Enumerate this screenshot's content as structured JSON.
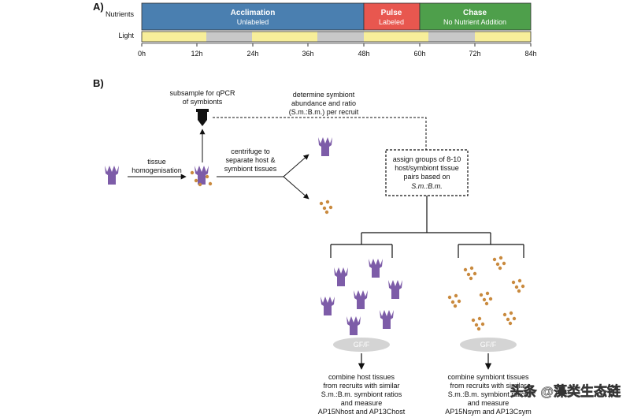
{
  "panelA": {
    "label": "A)",
    "row_nutrients": "Nutrients",
    "row_light": "Light",
    "segments": [
      {
        "title": "Acclimation",
        "subtitle": "Unlabeled",
        "color": "#4a7fb0"
      },
      {
        "title": "Pulse",
        "subtitle": "Labeled",
        "color": "#e8574f"
      },
      {
        "title": "Chase",
        "subtitle": "No Nutrient Addition",
        "color": "#4e9f4b"
      }
    ],
    "ticks": [
      "0h",
      "12h",
      "24h",
      "36h",
      "48h",
      "60h",
      "72h",
      "84h"
    ],
    "light_colors": {
      "day": "#f7ee9a",
      "night": "#c8c8c8"
    }
  },
  "panelB": {
    "label": "B)",
    "qpcr": [
      "subsample for qPCR",
      "of symbionts"
    ],
    "determine": [
      "determine symbiont",
      "abundance and ratio",
      "(S.m.:B.m.) per recruit"
    ],
    "tissue": [
      "tissue",
      "homogenisation"
    ],
    "centrifuge": [
      "centrifuge to",
      "separate host &",
      "symbiont tissues"
    ],
    "assign": [
      "assign groups of 8-10",
      "host/symbiont tissue",
      "pairs based on",
      "S.m.:B.m."
    ],
    "filter_label": "GF/F",
    "host_combine": [
      "combine host tissues",
      "from recruits with similar",
      "S.m.:B.m. symbiont ratios",
      "and measure",
      "AP15Nhost and AP13Chost"
    ],
    "sym_combine": [
      "combine symbiont tissues",
      "from recruits with similar",
      "S.m.:B.m. symbiont ratios",
      "and measure",
      "AP15Nsym and AP13Csym"
    ],
    "host_color": "#7d5ca8",
    "symbiont_color": "#c98a3e"
  },
  "watermark": "头条 @藻类生态链"
}
